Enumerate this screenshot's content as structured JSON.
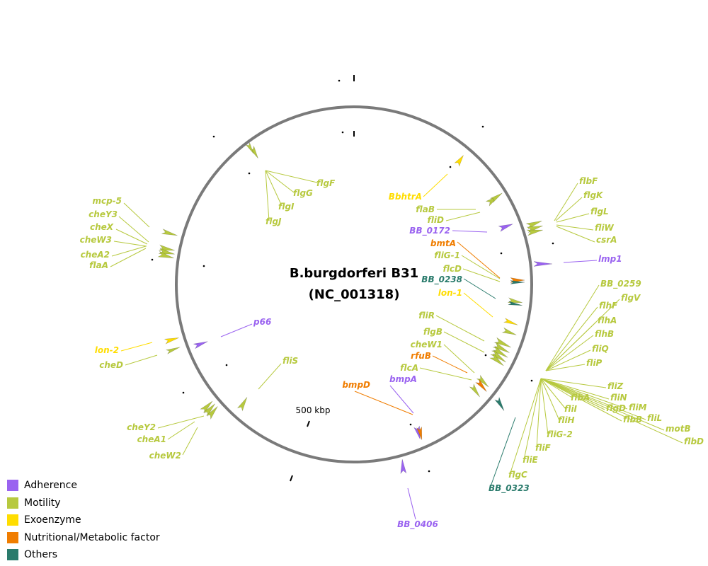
{
  "title": {
    "line1": "B.burgdorferi B31",
    "line2": "(NC_001318)"
  },
  "scale_label": "500 kbp",
  "colors": {
    "Adherence": "#9a63f0",
    "Motility": "#b7c93f",
    "Exoenzyme": "#ffdd00",
    "Nutritional/Metabolic factor": "#f07d00",
    "Others": "#2a7b6c"
  },
  "legend": [
    {
      "label": "Adherence",
      "color": "#9a63f0"
    },
    {
      "label": "Motility",
      "color": "#b7c93f"
    },
    {
      "label": "Exoenzyme",
      "color": "#ffdd00"
    },
    {
      "label": "Nutritional/Metabolic factor",
      "color": "#f07d00"
    },
    {
      "label": "Others",
      "color": "#2a7b6c"
    }
  ],
  "genes": [
    {
      "name": "flgF",
      "category": "Motility"
    },
    {
      "name": "flgG",
      "category": "Motility"
    },
    {
      "name": "flgI",
      "category": "Motility"
    },
    {
      "name": "flgJ",
      "category": "Motility"
    },
    {
      "name": "mcp-5",
      "category": "Motility"
    },
    {
      "name": "cheY3",
      "category": "Motility"
    },
    {
      "name": "cheX",
      "category": "Motility"
    },
    {
      "name": "cheW3",
      "category": "Motility"
    },
    {
      "name": "cheA2",
      "category": "Motility"
    },
    {
      "name": "flaA",
      "category": "Motility"
    },
    {
      "name": "BbhtrA",
      "category": "Exoenzyme"
    },
    {
      "name": "flaB",
      "category": "Motility"
    },
    {
      "name": "fliD",
      "category": "Motility"
    },
    {
      "name": "BB_0172",
      "category": "Adherence"
    },
    {
      "name": "bmtA",
      "category": "Nutritional/Metabolic factor"
    },
    {
      "name": "fliG-1",
      "category": "Motility"
    },
    {
      "name": "flcD",
      "category": "Motility"
    },
    {
      "name": "BB_0238",
      "category": "Others"
    },
    {
      "name": "lon-1",
      "category": "Exoenzyme"
    },
    {
      "name": "flbF",
      "category": "Motility"
    },
    {
      "name": "flgK",
      "category": "Motility"
    },
    {
      "name": "flgL",
      "category": "Motility"
    },
    {
      "name": "fliW",
      "category": "Motility"
    },
    {
      "name": "csrA",
      "category": "Motility"
    },
    {
      "name": "lmp1",
      "category": "Adherence"
    },
    {
      "name": "BB_0259",
      "category": "Motility"
    },
    {
      "name": "flgV",
      "category": "Motility"
    },
    {
      "name": "flhF",
      "category": "Motility"
    },
    {
      "name": "flhA",
      "category": "Motility"
    },
    {
      "name": "flhB",
      "category": "Motility"
    },
    {
      "name": "fliQ",
      "category": "Motility"
    },
    {
      "name": "fliP",
      "category": "Motility"
    },
    {
      "name": "fliZ",
      "category": "Motility"
    },
    {
      "name": "fliN",
      "category": "Motility"
    },
    {
      "name": "fliM",
      "category": "Motility"
    },
    {
      "name": "flgD",
      "category": "Motility"
    },
    {
      "name": "fliL",
      "category": "Motility"
    },
    {
      "name": "flbB",
      "category": "Motility"
    },
    {
      "name": "motB",
      "category": "Motility"
    },
    {
      "name": "flbD",
      "category": "Motility"
    },
    {
      "name": "flbA",
      "category": "Motility"
    },
    {
      "name": "fliI",
      "category": "Motility"
    },
    {
      "name": "fliH",
      "category": "Motility"
    },
    {
      "name": "fliG-2",
      "category": "Motility"
    },
    {
      "name": "fliF",
      "category": "Motility"
    },
    {
      "name": "fliE",
      "category": "Motility"
    },
    {
      "name": "flgC",
      "category": "Motility"
    },
    {
      "name": "BB_0323",
      "category": "Others"
    },
    {
      "name": "fliR",
      "category": "Motility"
    },
    {
      "name": "flgB",
      "category": "Motility"
    },
    {
      "name": "cheW1",
      "category": "Motility"
    },
    {
      "name": "rfuB",
      "category": "Nutritional/Metabolic factor"
    },
    {
      "name": "flcA",
      "category": "Motility"
    },
    {
      "name": "bmpA",
      "category": "Adherence"
    },
    {
      "name": "bmpD",
      "category": "Nutritional/Metabolic factor"
    },
    {
      "name": "BB_0406",
      "category": "Adherence"
    },
    {
      "name": "p66",
      "category": "Adherence"
    },
    {
      "name": "lon-2",
      "category": "Exoenzyme"
    },
    {
      "name": "cheD",
      "category": "Motility"
    },
    {
      "name": "fliS",
      "category": "Motility"
    },
    {
      "name": "cheY2",
      "category": "Motility"
    },
    {
      "name": "cheA1",
      "category": "Motility"
    },
    {
      "name": "cheW2",
      "category": "Motility"
    }
  ]
}
